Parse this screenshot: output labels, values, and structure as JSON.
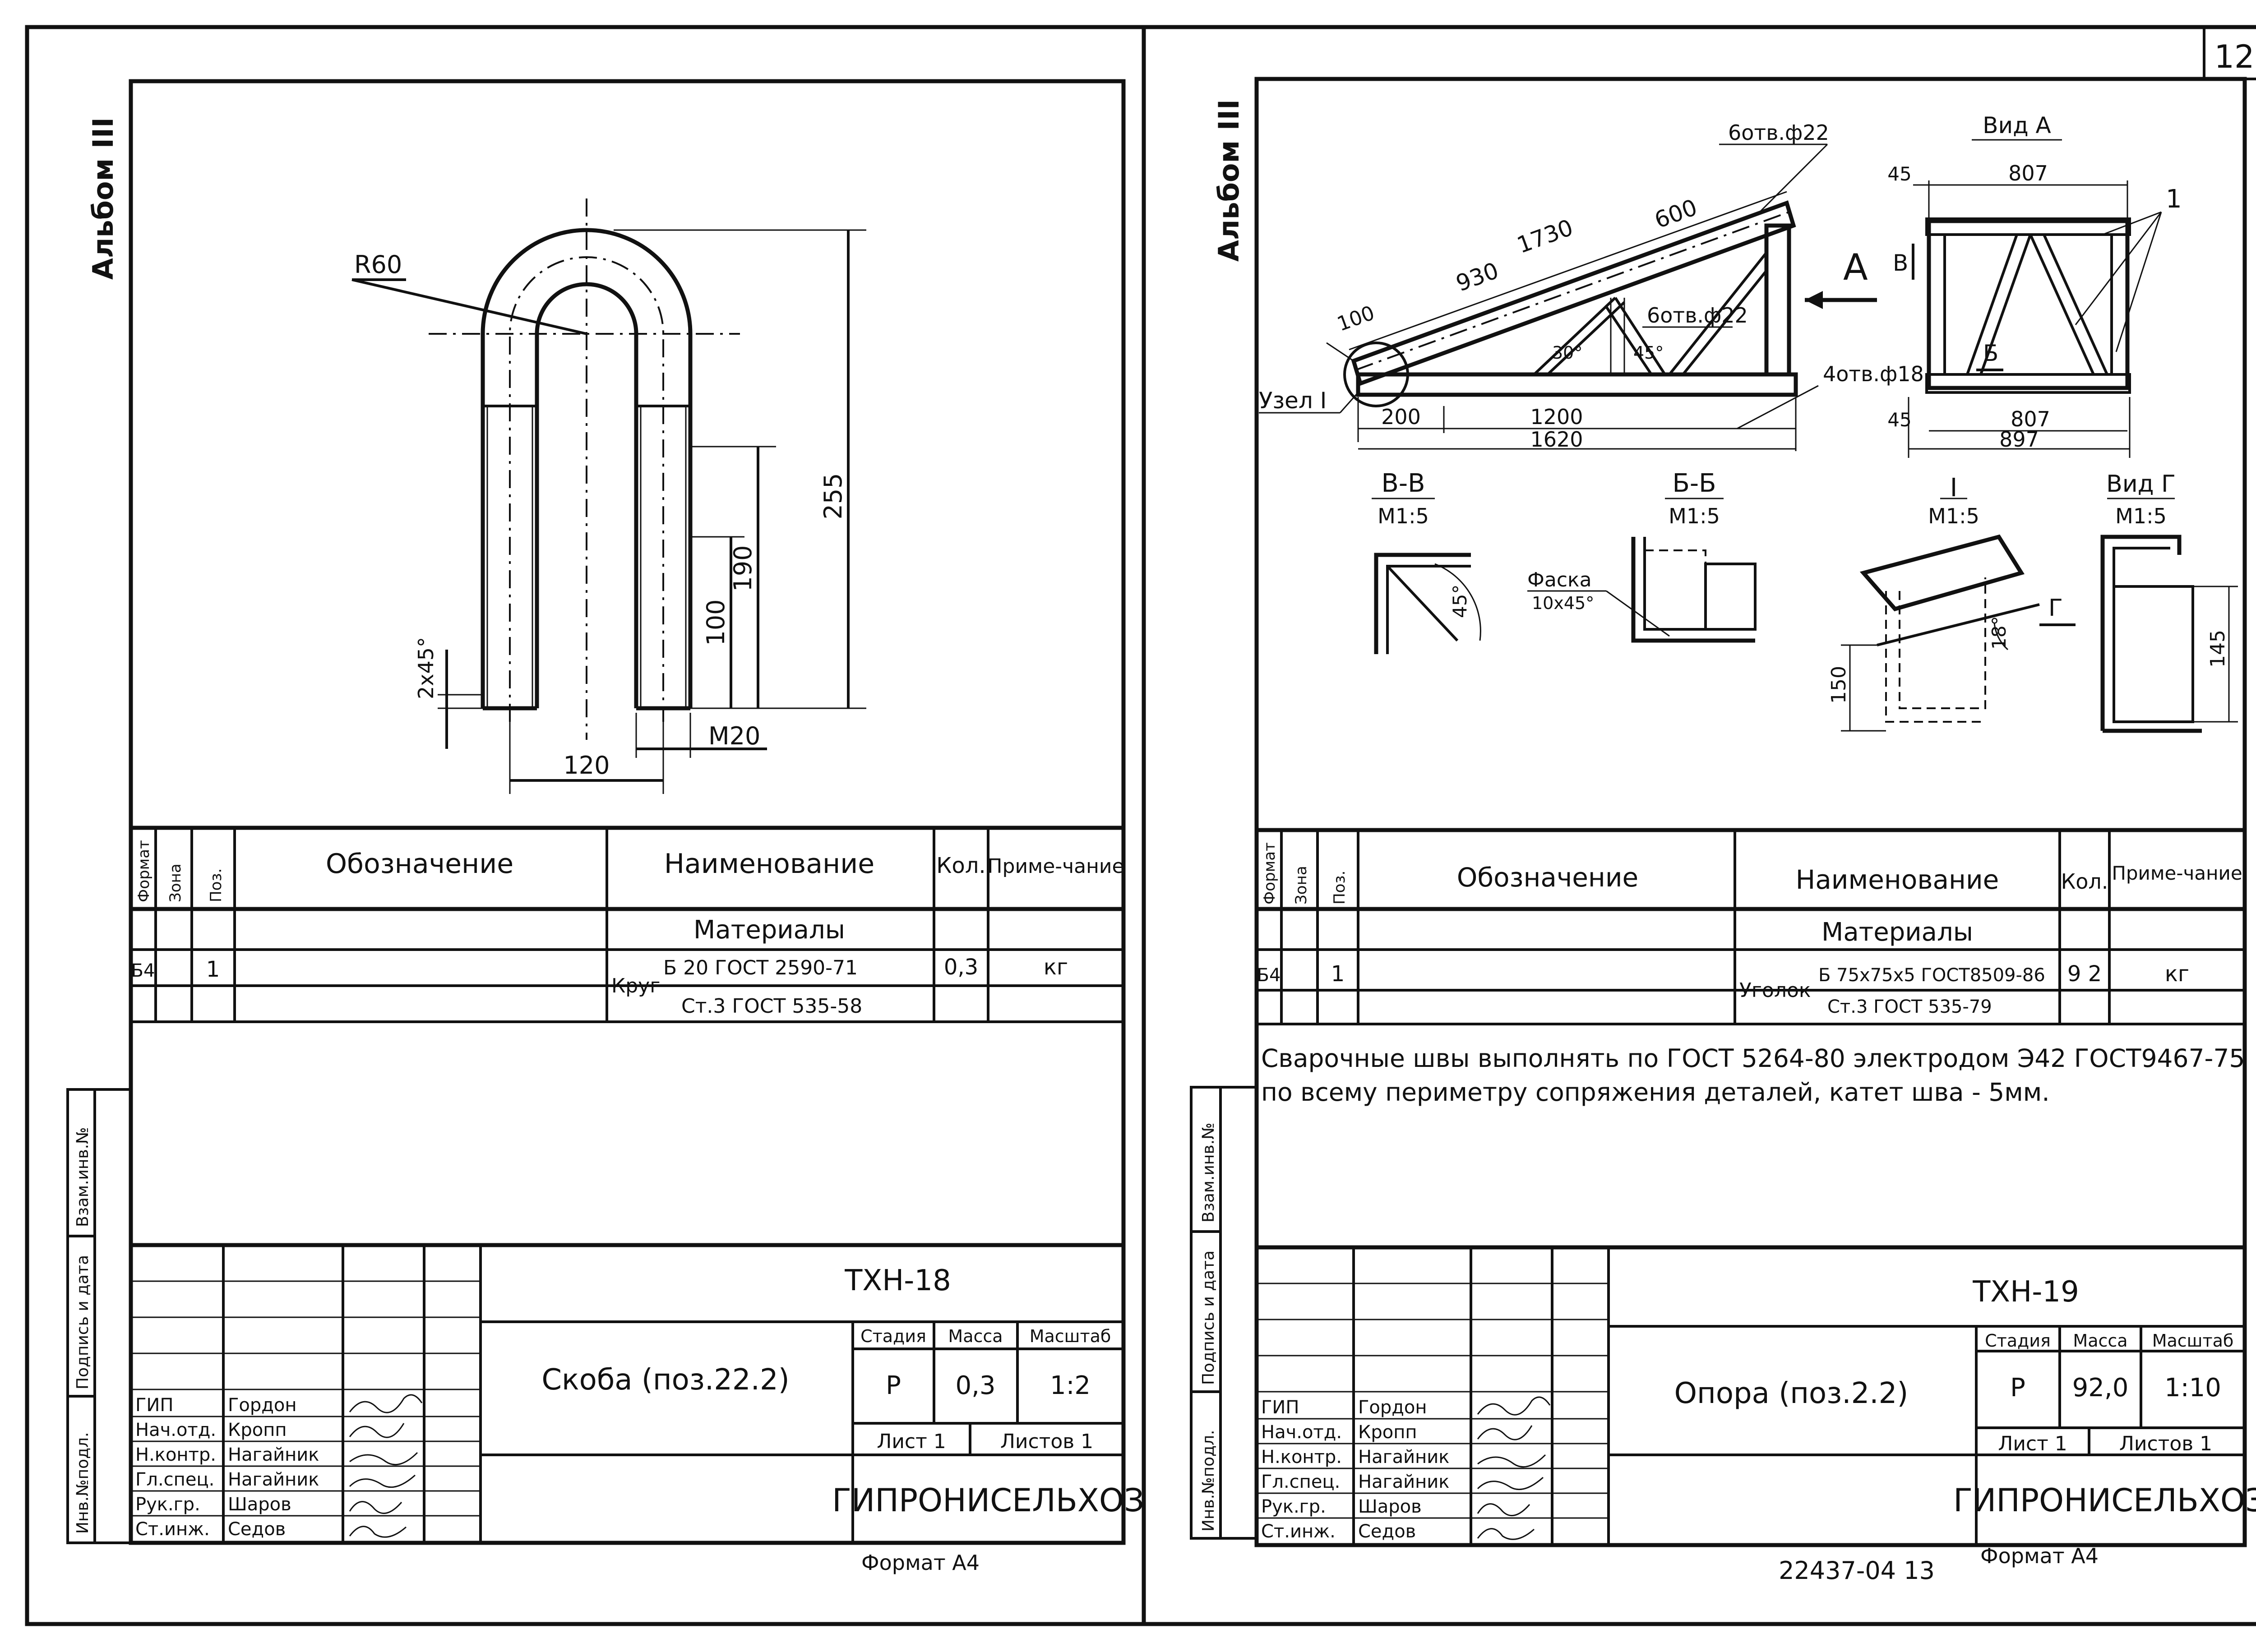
{
  "page_number": "12",
  "left_sheet": {
    "album": "Альбом III",
    "side_stamp": [
      "Инв.№подл.",
      "Подпись и дата",
      "Взам.инв.№"
    ],
    "drawing_dims": {
      "radius": "R60",
      "overall_height": "255",
      "leg_height": "190",
      "thread_length": "100",
      "chamfer": "2x45°",
      "thread": "M20",
      "width": "120"
    },
    "spec_headers": {
      "format": "Формат",
      "zone": "Зона",
      "pos": "Поз.",
      "designation": "Обозначение",
      "name": "Наименование",
      "qty": "Кол.",
      "note": "Приме-чание"
    },
    "spec_section": "Материалы",
    "spec_row": {
      "format": "Б4",
      "pos": "1",
      "name_prefix": "Круг",
      "name_line1": "Б 20 ГОСТ 2590-71",
      "name_line2": "Ст.3 ГОСТ 535-58",
      "qty": "0,3",
      "note": "кг"
    },
    "title_block": {
      "code": "ТХН-18",
      "title": "Скоба (поз.22.2)",
      "stage_label": "Стадия",
      "mass_label": "Масса",
      "scale_label": "Масштаб",
      "stage": "Р",
      "mass": "0,3",
      "scale": "1:2",
      "sheet": "Лист 1",
      "sheets": "Листов 1",
      "org": "ГИПРОНИСЕЛЬХОЗ",
      "roles": [
        "ГИП",
        "Нач.отд.",
        "Н.контр.",
        "Гл.спец.",
        "Рук.гр.",
        "Ст.инж."
      ],
      "names": [
        "Гордон",
        "Кропп",
        "Нагайник",
        "Нагайник",
        "Шаров",
        "Седов"
      ]
    },
    "format": "Формат А4"
  },
  "right_sheet": {
    "album": "Альбом III",
    "side_stamp": [
      "Инв.№подл.",
      "Подпись и дата",
      "Взам.инв.№"
    ],
    "labels": {
      "holes_top": "6отв.ф22",
      "holes_mid": "6отв.ф22",
      "holes_bottom": "4отв.ф18",
      "view_a": "Вид А",
      "arrow_a": "А",
      "node": "Узел I",
      "callout": "1",
      "section_b_mark": "Б",
      "section_v_mark": "В"
    },
    "dims": {
      "d1730": "1730",
      "d930": "930",
      "d600": "600",
      "d100": "100",
      "d30": "30°",
      "d45": "45°",
      "d200": "200",
      "d1200": "1200",
      "d1620": "1620",
      "d45a": "45",
      "d807": "807",
      "d45b": "45",
      "d807b": "807",
      "d897": "897"
    },
    "sections": [
      {
        "title": "В-В",
        "scale": "М1:5",
        "angle": "45°"
      },
      {
        "title": "Б-Б",
        "scale": "М1:5",
        "note": "Фаска",
        "note2": "10x45°"
      },
      {
        "title": "I",
        "scale": "М1:5",
        "dim": "150",
        "angle": "18°",
        "mark": "Г"
      },
      {
        "title": "Вид Г",
        "scale": "М1:5",
        "dim": "145"
      }
    ],
    "spec_headers": {
      "format": "Формат",
      "zone": "Зона",
      "pos": "Поз.",
      "designation": "Обозначение",
      "name": "Наименование",
      "qty": "Кол.",
      "note": "Приме-чание"
    },
    "spec_section": "Материалы",
    "spec_row": {
      "format": "Б4",
      "pos": "1",
      "name_prefix": "Уголок",
      "name_line1": "Б 75x75x5 ГОСТ8509-86",
      "name_line2": "Ст.3 ГОСТ 535-79",
      "qty": "9 2",
      "note": "кг"
    },
    "notes_line1": "Сварочные швы выполнять по ГОСТ 5264-80 электродом Э42 ГОСТ9467-75",
    "notes_line2": "по всему периметру сопряжения деталей, катет шва - 5мм.",
    "title_block": {
      "code": "ТХН-19",
      "title": "Опора (поз.2.2)",
      "stage_label": "Стадия",
      "mass_label": "Масса",
      "scale_label": "Масштаб",
      "stage": "Р",
      "mass": "92,0",
      "scale": "1:10",
      "sheet": "Лист 1",
      "sheets": "Листов 1",
      "org": "ГИПРОНИСЕЛЬХОЗ",
      "roles": [
        "ГИП",
        "Нач.отд.",
        "Н.контр.",
        "Гл.спец.",
        "Рук.гр.",
        "Ст.инж."
      ],
      "names": [
        "Гордон",
        "Кропп",
        "Нагайник",
        "Нагайник",
        "Шаров",
        "Седов"
      ]
    },
    "archive_no": "22437-04 13",
    "format": "Формат А4"
  }
}
